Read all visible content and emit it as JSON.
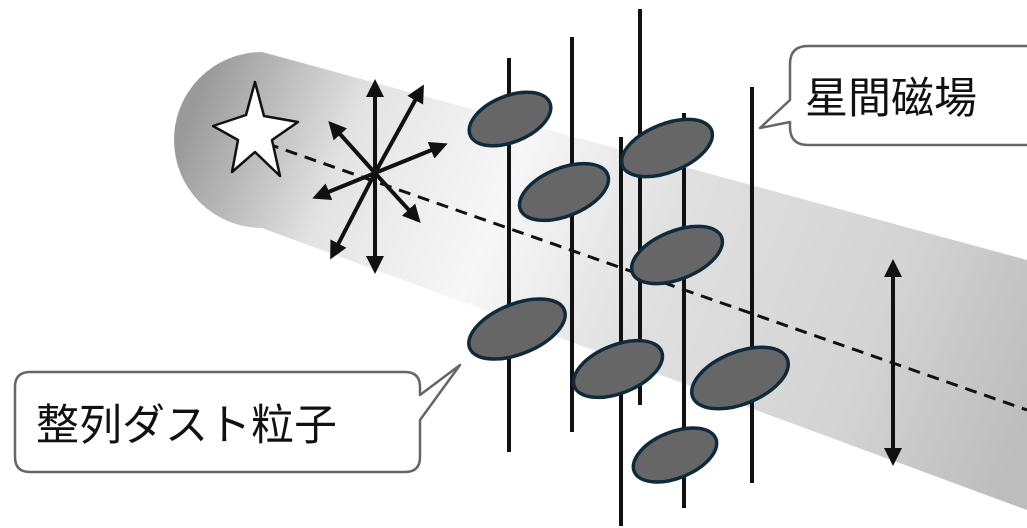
{
  "labels": {
    "magnetic_field": "星間磁場",
    "aligned_dust": "整列ダスト粒子"
  },
  "icons": {
    "source": "star-icon",
    "unpolarized_light": "unpolarized-light-arrows",
    "polarization": "polarization-arrow"
  },
  "colors": {
    "beam_dark": "#9a9a9a",
    "beam_light": "#f7f7f7",
    "grain_fill": "#666666",
    "grain_stroke": "#0f2a3a",
    "line": "#111111",
    "callout_stroke": "#666666"
  }
}
